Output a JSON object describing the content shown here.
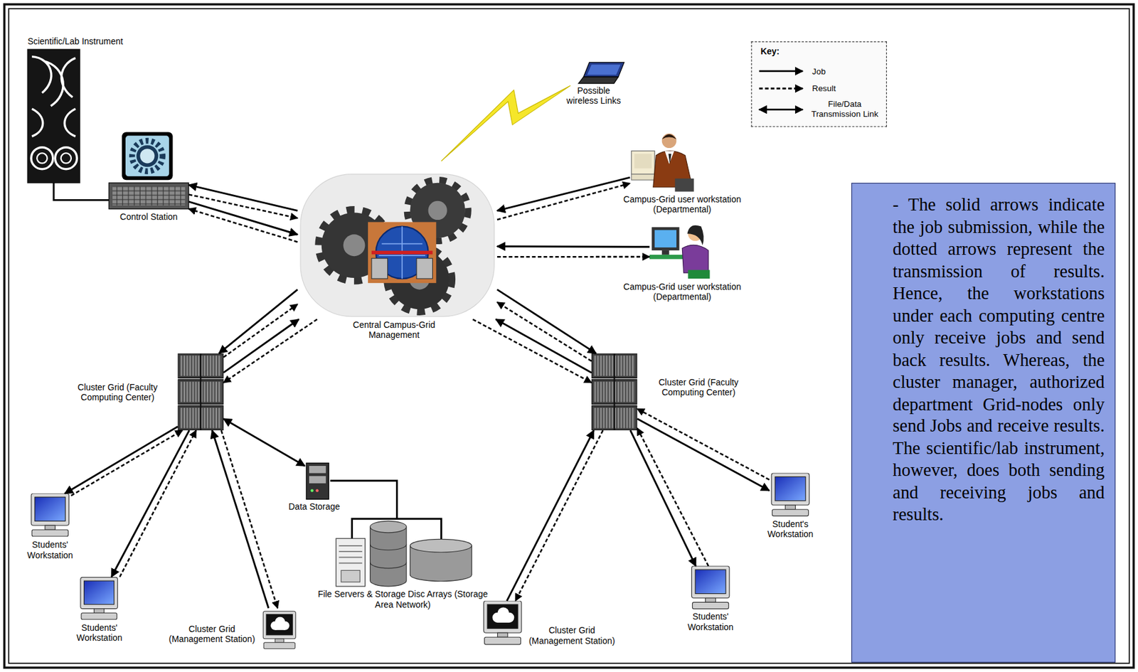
{
  "diagram": {
    "nodes": [
      {
        "text": [
          "Scientific/Lab Instrument"
        ]
      },
      {
        "text": [
          "Control Station"
        ]
      },
      {
        "text": [
          "Possible wireless Links"
        ]
      },
      {
        "text": [
          "Central Campus-Grid Management"
        ]
      },
      {
        "text": [
          "Campus-Grid user workstation (Departmental)"
        ]
      },
      {
        "text": [
          "Campus-Grid user workstation (Departmental)"
        ]
      },
      {
        "text": [
          "Cluster Grid (Faculty Computing Center)"
        ]
      },
      {
        "text": [
          "Cluster Grid (Faculty Computing Center)"
        ]
      },
      {
        "text": [
          "Data Storage"
        ]
      },
      {
        "text": [
          "File Servers & Storage Disc Arrays (Storage Area Network)"
        ]
      },
      {
        "text": [
          "Students' Workstation"
        ]
      },
      {
        "text": [
          "Students' Workstation"
        ]
      },
      {
        "text": [
          "Cluster Grid (Management Station)"
        ]
      },
      {
        "text": [
          "Cluster Grid (Management Station)"
        ]
      },
      {
        "text": [
          "Students' Workstation"
        ]
      },
      {
        "text": [
          "Student's Workstation"
        ]
      },
      {
        "text": [
          "- The solid arrows indicate the job submission, while the dotted arrows represent the transmission of results. Hence, the workstations under each computing centre only receive jobs and send back results. Whereas, the cluster manager, authorized department Grid-nodes only send Jobs and receive results. The scientific/lab instrument, however, does both sending and receiving jobs and results."
        ]
      }
    ],
    "edges": [
      {
        "from": 3,
        "to": 1,
        "arrow": "to"
      },
      {
        "from": 1,
        "to": 3,
        "arrow": "to"
      },
      {
        "from": 1,
        "to": 3,
        "arrow": "to"
      },
      {
        "from": 3,
        "to": 1,
        "arrow": "to"
      },
      {
        "from": 4,
        "to": 3,
        "arrow": "to"
      },
      {
        "from": 3,
        "to": 4,
        "arrow": "to"
      },
      {
        "from": 5,
        "to": 3,
        "arrow": "to"
      },
      {
        "from": 3,
        "to": 5,
        "arrow": "to"
      },
      {
        "from": 3,
        "to": 6,
        "arrow": "to"
      },
      {
        "from": 6,
        "to": 3,
        "arrow": "to"
      },
      {
        "from": 6,
        "to": 3,
        "arrow": "to"
      },
      {
        "from": 3,
        "to": 6,
        "arrow": "to"
      },
      {
        "from": 3,
        "to": 7,
        "arrow": "to"
      },
      {
        "from": 7,
        "to": 3,
        "arrow": "to"
      },
      {
        "from": 7,
        "to": 3,
        "arrow": "to"
      },
      {
        "from": 3,
        "to": 7,
        "arrow": "to"
      },
      {
        "from": 6,
        "to": 10,
        "arrow": "to"
      },
      {
        "from": 10,
        "to": 6,
        "arrow": "to"
      },
      {
        "from": 6,
        "to": 11,
        "arrow": "to"
      },
      {
        "from": 11,
        "to": 6,
        "arrow": "to"
      },
      {
        "from": 12,
        "to": 6,
        "arrow": "to"
      },
      {
        "from": 6,
        "to": 12,
        "arrow": "to"
      },
      {
        "from": 6,
        "to": 8,
        "arrow": "both"
      },
      {
        "from": 8,
        "to": 9,
        "arrow": "none"
      },
      {
        "from": 13,
        "to": 7,
        "arrow": "to"
      },
      {
        "from": 7,
        "to": 13,
        "arrow": "to"
      },
      {
        "from": 7,
        "to": 14,
        "arrow": "to"
      },
      {
        "from": 14,
        "to": 7,
        "arrow": "to"
      },
      {
        "from": 7,
        "to": 15,
        "arrow": "to"
      },
      {
        "from": 15,
        "to": 7,
        "arrow": "to"
      },
      {
        "from": 0,
        "to": 1,
        "arrow": "none"
      }
    ],
    "labels": [
      "Key:"
    ],
    "legend": [
      {
        "text": "Job"
      },
      {
        "text": "Result"
      },
      {
        "text": "File/Data Transmission Link"
      }
    ]
  }
}
